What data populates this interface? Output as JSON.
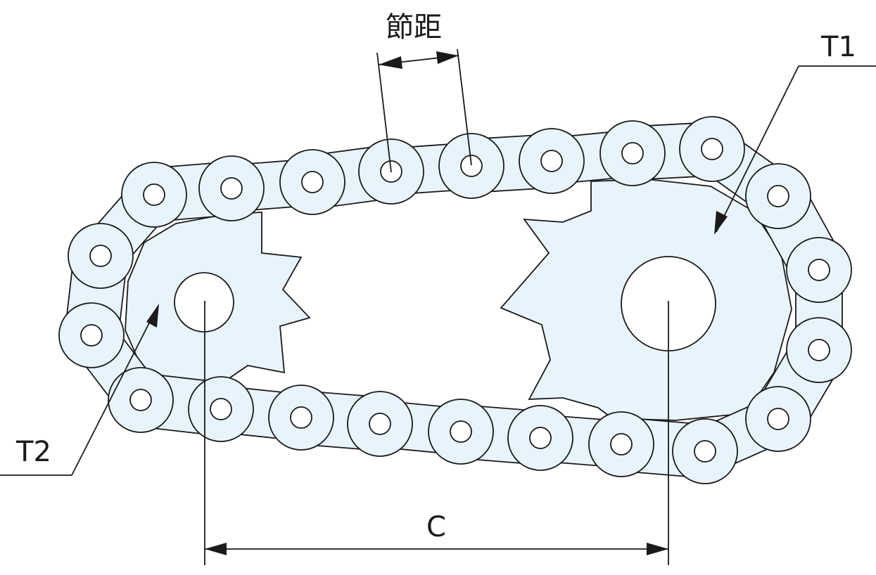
{
  "labels": {
    "pitch": "節距",
    "t1": "T1",
    "t2": "T2",
    "center_distance": "C"
  },
  "colors": {
    "part_fill": "#e8f4fc",
    "outline": "#1a1a1a",
    "background": "#ffffff"
  }
}
